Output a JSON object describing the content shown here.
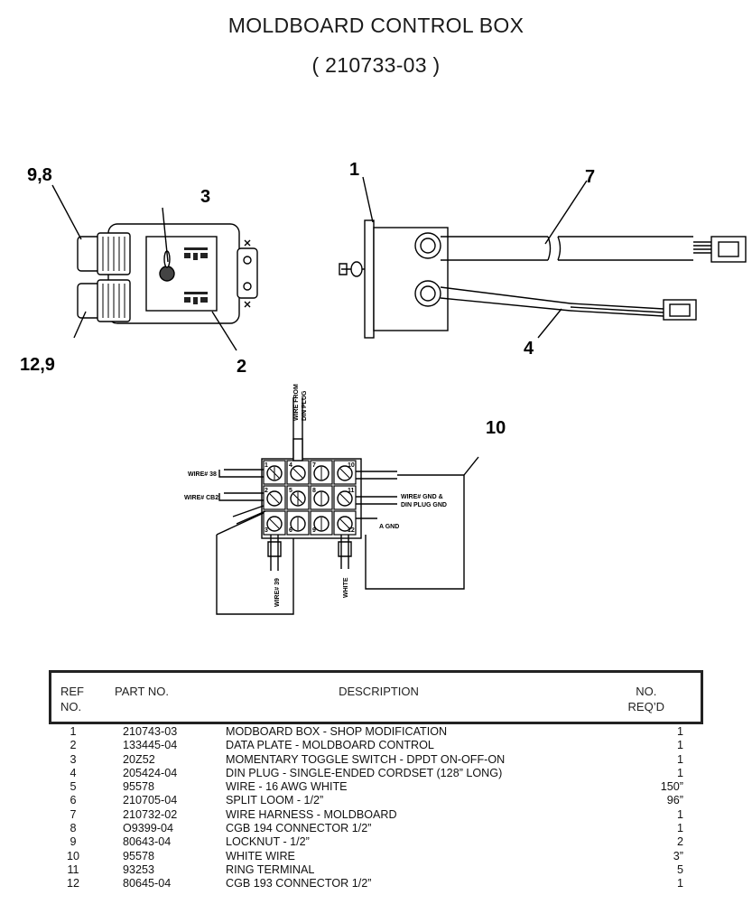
{
  "header": {
    "title": "MOLDBOARD CONTROL BOX",
    "part_number": "( 210733-03 )"
  },
  "callouts": {
    "c98": "9,8",
    "c3": "3",
    "c129": "12,9",
    "c2": "2",
    "c1": "1",
    "c7": "7",
    "c4": "4",
    "c10": "10"
  },
  "wiring_labels": {
    "wire_from_din_plug_1": "WIRE FROM",
    "wire_from_din_plug_2": "DIN PLUG",
    "wire_38": "WIRE# 38",
    "wire_cb2": "WIRE# CB2",
    "wire_gnd_1": "WIRE# GND &",
    "wire_gnd_2": "DIN PLUG  GND",
    "a_gnd": "A GND",
    "wire_39": "WIRE# 39",
    "white": "WHITE",
    "t1": "1",
    "t2": "2",
    "t3": "3",
    "t4": "4",
    "t5": "5",
    "t6": "6",
    "t7": "7",
    "t8": "8",
    "t9": "9",
    "t10": "10",
    "t11": "11",
    "t12": "12"
  },
  "table": {
    "headers": {
      "ref": [
        "REF",
        "NO."
      ],
      "part": "PART NO.",
      "desc": "DESCRIPTION",
      "qty": [
        "NO.",
        "REQ’D"
      ]
    },
    "rows": [
      {
        "ref": "1",
        "part": "210743-03",
        "desc": "MODBOARD BOX - SHOP MODIFICATION",
        "qty": "1"
      },
      {
        "ref": "2",
        "part": "133445-04",
        "desc": "DATA PLATE - MOLDBOARD CONTROL",
        "qty": "1"
      },
      {
        "ref": "3",
        "part": "20Z52",
        "desc": "MOMENTARY TOGGLE SWITCH - DPDT ON-OFF-ON",
        "qty": "1"
      },
      {
        "ref": "4",
        "part": "205424-04",
        "desc": "DIN PLUG - SINGLE-ENDED CORDSET (128” LONG)",
        "qty": "1"
      },
      {
        "ref": "5",
        "part": "95578",
        "desc": "WIRE - 16 AWG WHITE",
        "qty": "150”"
      },
      {
        "ref": "6",
        "part": "210705-04",
        "desc": "SPLIT LOOM - 1/2”",
        "qty": "96”"
      },
      {
        "ref": "7",
        "part": "210732-02",
        "desc": "WIRE HARNESS - MOLDBOARD",
        "qty": "1"
      },
      {
        "ref": "8",
        "part": "O9399-04",
        "desc": "CGB 194 CONNECTOR 1/2”",
        "qty": "1"
      },
      {
        "ref": "9",
        "part": "80643-04",
        "desc": "LOCKNUT - 1/2”",
        "qty": "2"
      },
      {
        "ref": "10",
        "part": "95578",
        "desc": "WHITE WIRE",
        "qty": "3”"
      },
      {
        "ref": "11",
        "part": "93253",
        "desc": "RING TERMINAL",
        "qty": "5"
      },
      {
        "ref": "12",
        "part": "80645-04",
        "desc": "CGB 193 CONNECTOR 1/2”",
        "qty": "1"
      }
    ]
  }
}
